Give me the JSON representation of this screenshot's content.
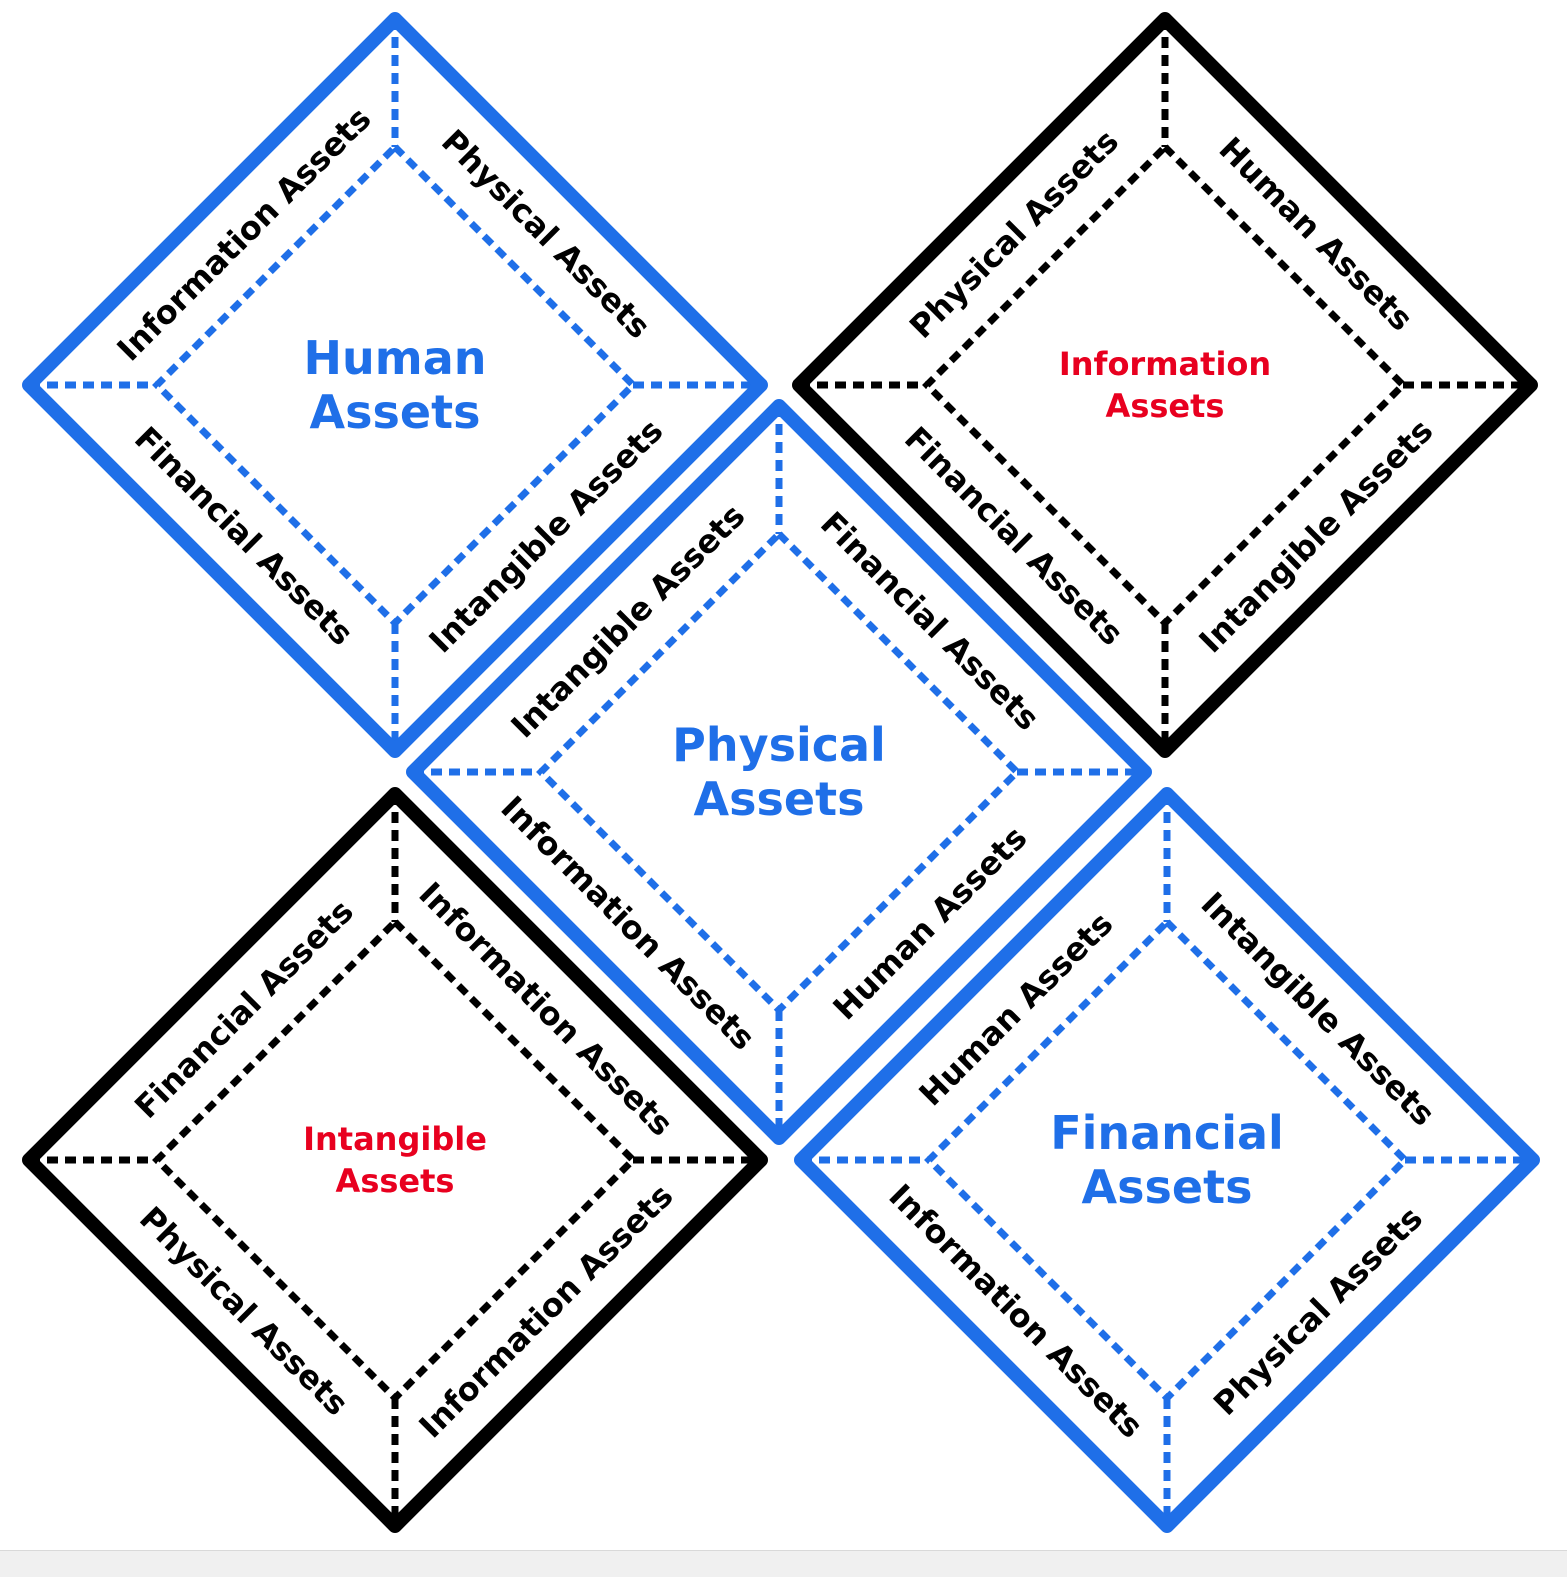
{
  "colors": {
    "blue": "#1f6fe8",
    "black": "#000000",
    "red": "#e8001f"
  },
  "diamonds": [
    {
      "id": "human",
      "frame": "blue",
      "title_color": "blue",
      "title_lines": [
        "Human",
        "Assets"
      ],
      "labels": {
        "nw": "Information Assets",
        "ne": "Physical Assets",
        "sw": "Financial Assets",
        "se": "Intangible Assets"
      }
    },
    {
      "id": "information",
      "frame": "black",
      "title_color": "red",
      "title_lines": [
        "Information",
        "Assets"
      ],
      "labels": {
        "nw": "Physical Assets",
        "ne": "Human Assets",
        "sw": "Financial Assets",
        "se": "Intangible Assets"
      }
    },
    {
      "id": "physical",
      "frame": "blue",
      "title_color": "blue",
      "title_lines": [
        "Physical",
        "Assets"
      ],
      "labels": {
        "nw": "Intangible Assets",
        "ne": "Financial Assets",
        "sw": "Information Assets",
        "se": "Human Assets"
      }
    },
    {
      "id": "intangible",
      "frame": "black",
      "title_color": "red",
      "title_lines": [
        "Intangible",
        "Assets"
      ],
      "labels": {
        "nw": "Financial Assets",
        "ne": "Information Assets",
        "sw": "Physical Assets",
        "se": "Information Assets"
      }
    },
    {
      "id": "financial",
      "frame": "blue",
      "title_color": "blue",
      "title_lines": [
        "Financial",
        "Assets"
      ],
      "labels": {
        "nw": "Human Assets",
        "ne": "Intangible Assets",
        "sw": "Information Assets",
        "se": "Physical Assets"
      }
    }
  ]
}
